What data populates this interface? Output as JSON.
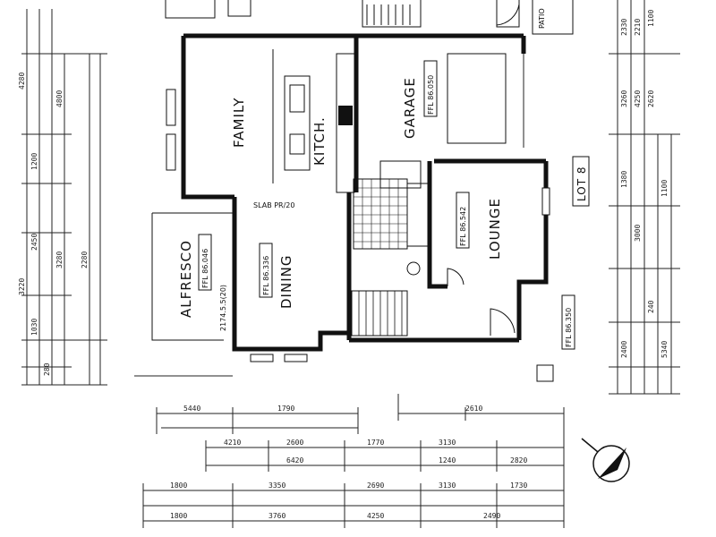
{
  "rooms": {
    "family": "FAMILY",
    "kitch": "KITCH.",
    "garage": "GARAGE",
    "alfresco": "ALFRESCO",
    "dining": "DINING",
    "lounge": "LOUNGE",
    "patio": "PATIO"
  },
  "lot_label": "LOT 8",
  "floor_levels": {
    "garage": "FFL 86.050",
    "lounge": "FFL 86.542",
    "dining": "FFL 86.336",
    "alfresco": "FFL 86.046",
    "entry": "FFL 86.350"
  },
  "notes": {
    "slab_step": "SLAB PR/20",
    "alfresco_slope": "2174.5.5(20)"
  },
  "dimensions": {
    "row1": [
      "5440",
      "1790",
      "2610"
    ],
    "row2": [
      "4210",
      "2600",
      "1770",
      "3130",
      "6420",
      "1240",
      "2820"
    ],
    "row3": [
      "1800",
      "3350",
      "2690",
      "3130",
      "1730"
    ],
    "row4": [
      "3760",
      "1800",
      "4250",
      "2490"
    ],
    "left_cols": [
      "4280",
      "3220",
      "4800",
      "1200",
      "2450",
      "3280",
      "2280",
      "1030",
      "280"
    ],
    "right_cols": [
      "2330",
      "2210",
      "1100",
      "3260",
      "4250",
      "2620",
      "1380",
      "3000",
      "1100",
      "2400",
      "240",
      "5340"
    ]
  }
}
